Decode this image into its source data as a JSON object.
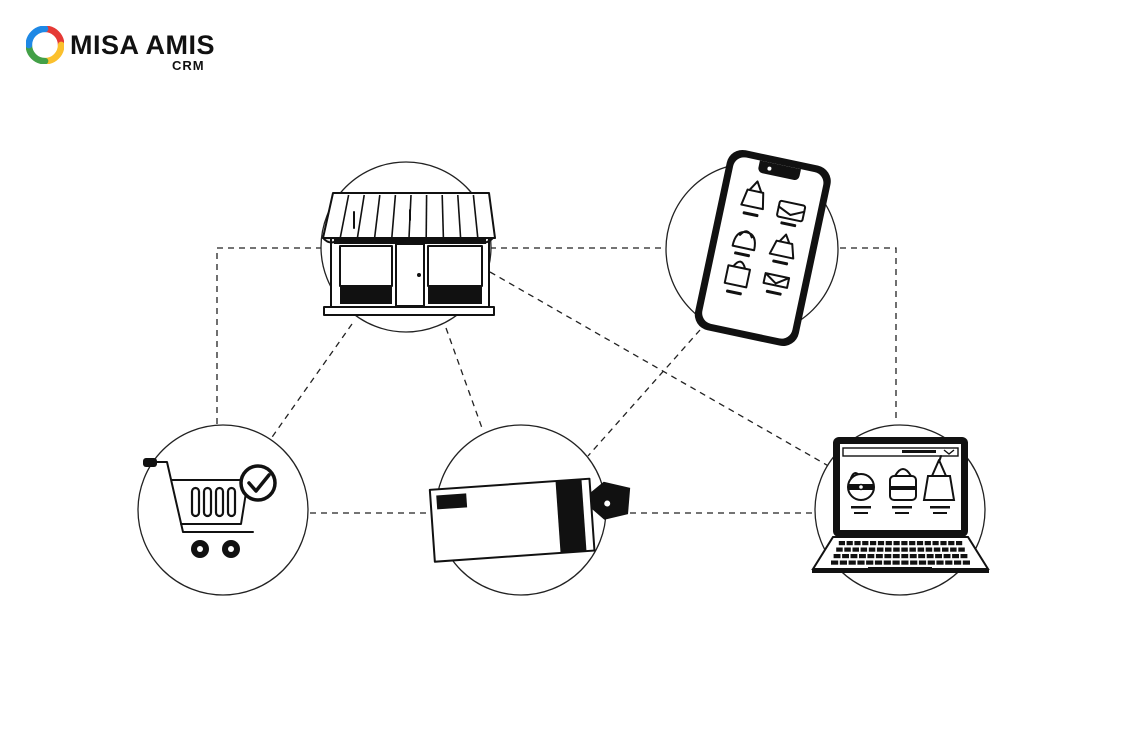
{
  "brand": {
    "name": "MISA AMIS",
    "sub": "CRM",
    "ring_colors": [
      "#e53935",
      "#fbc02d",
      "#43a047",
      "#1e88e5"
    ]
  },
  "nodes": [
    {
      "id": "store",
      "icon": "storefront-icon"
    },
    {
      "id": "phone",
      "icon": "smartphone-shop-icon"
    },
    {
      "id": "cart",
      "icon": "shopping-cart-check-icon"
    },
    {
      "id": "package",
      "icon": "package-tag-icon"
    },
    {
      "id": "laptop",
      "icon": "laptop-shop-icon"
    }
  ],
  "connections": [
    [
      "store",
      "phone"
    ],
    [
      "store",
      "cart"
    ],
    [
      "store",
      "package"
    ],
    [
      "store",
      "laptop"
    ],
    [
      "phone",
      "laptop"
    ],
    [
      "phone",
      "package"
    ],
    [
      "cart",
      "package"
    ],
    [
      "package",
      "laptop"
    ]
  ]
}
